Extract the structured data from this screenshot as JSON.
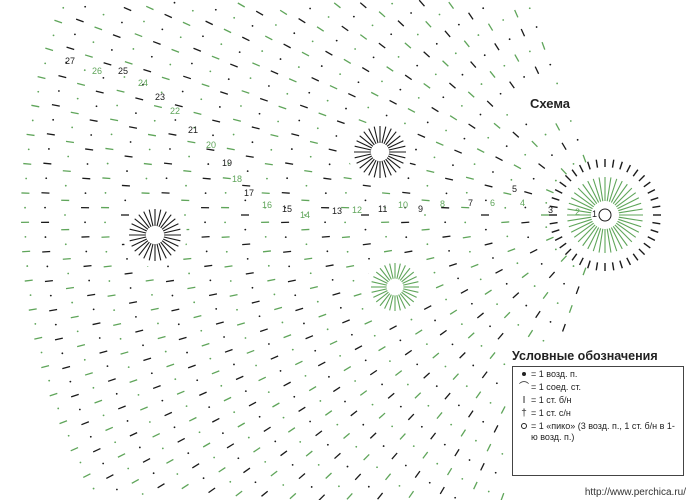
{
  "title": "Схема",
  "legend": {
    "title": "Условные обозначения",
    "items": [
      {
        "icon": "dot-symbol",
        "text": "= 1 возд. п."
      },
      {
        "icon": "arc-symbol",
        "text": "= 1 соед. ст."
      },
      {
        "icon": "bar-symbol",
        "text": "= 1 ст. б/н"
      },
      {
        "icon": "cross-bar-symbol",
        "text": "= 1 ст. с/н"
      },
      {
        "icon": "ring-symbol",
        "text": "= 1 «пико» (3 возд. п., 1 ст. б/н в 1-ю возд. п.)"
      }
    ]
  },
  "row_numbers": [
    "1",
    "2",
    "3",
    "4",
    "5",
    "6",
    "7",
    "8",
    "9",
    "10",
    "11",
    "12",
    "13",
    "14",
    "15",
    "16",
    "17",
    "18",
    "19",
    "20",
    "21",
    "22",
    "23",
    "24",
    "25",
    "26",
    "27"
  ],
  "colors": {
    "black": "#1a1a1a",
    "green": "#5fa55a"
  },
  "watermark": "http://www.perchica.ru/"
}
